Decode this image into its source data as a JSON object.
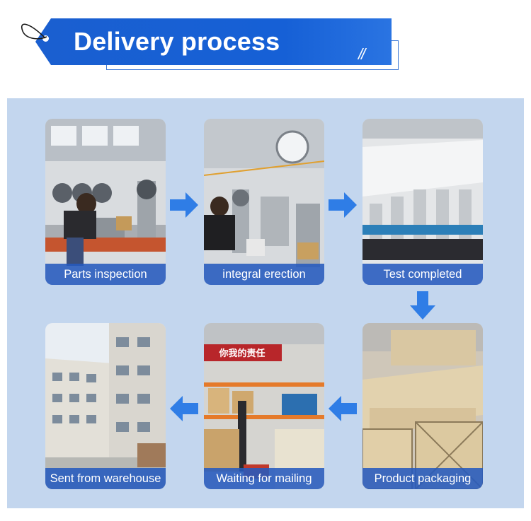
{
  "header": {
    "title": "Delivery process",
    "decoration": "//",
    "colors": {
      "tag": "#1660d6",
      "outline": "#3f7ad6"
    }
  },
  "panel": {
    "background": "#c3d6ee"
  },
  "steps": [
    {
      "caption": "Parts inspection",
      "icon": "photo-workshop-inspection"
    },
    {
      "caption": "integral erection",
      "icon": "photo-assembly-line"
    },
    {
      "caption": "Test completed",
      "icon": "photo-finished-machines"
    },
    {
      "caption": "Product packaging",
      "icon": "photo-wooden-crates"
    },
    {
      "caption": "Waiting for mailing",
      "icon": "photo-warehouse-shelves"
    },
    {
      "caption": "Sent from warehouse",
      "icon": "photo-factory-building"
    }
  ],
  "warehouse_banner": "你我的责任",
  "arrows": {
    "color": "#2f7de6"
  }
}
